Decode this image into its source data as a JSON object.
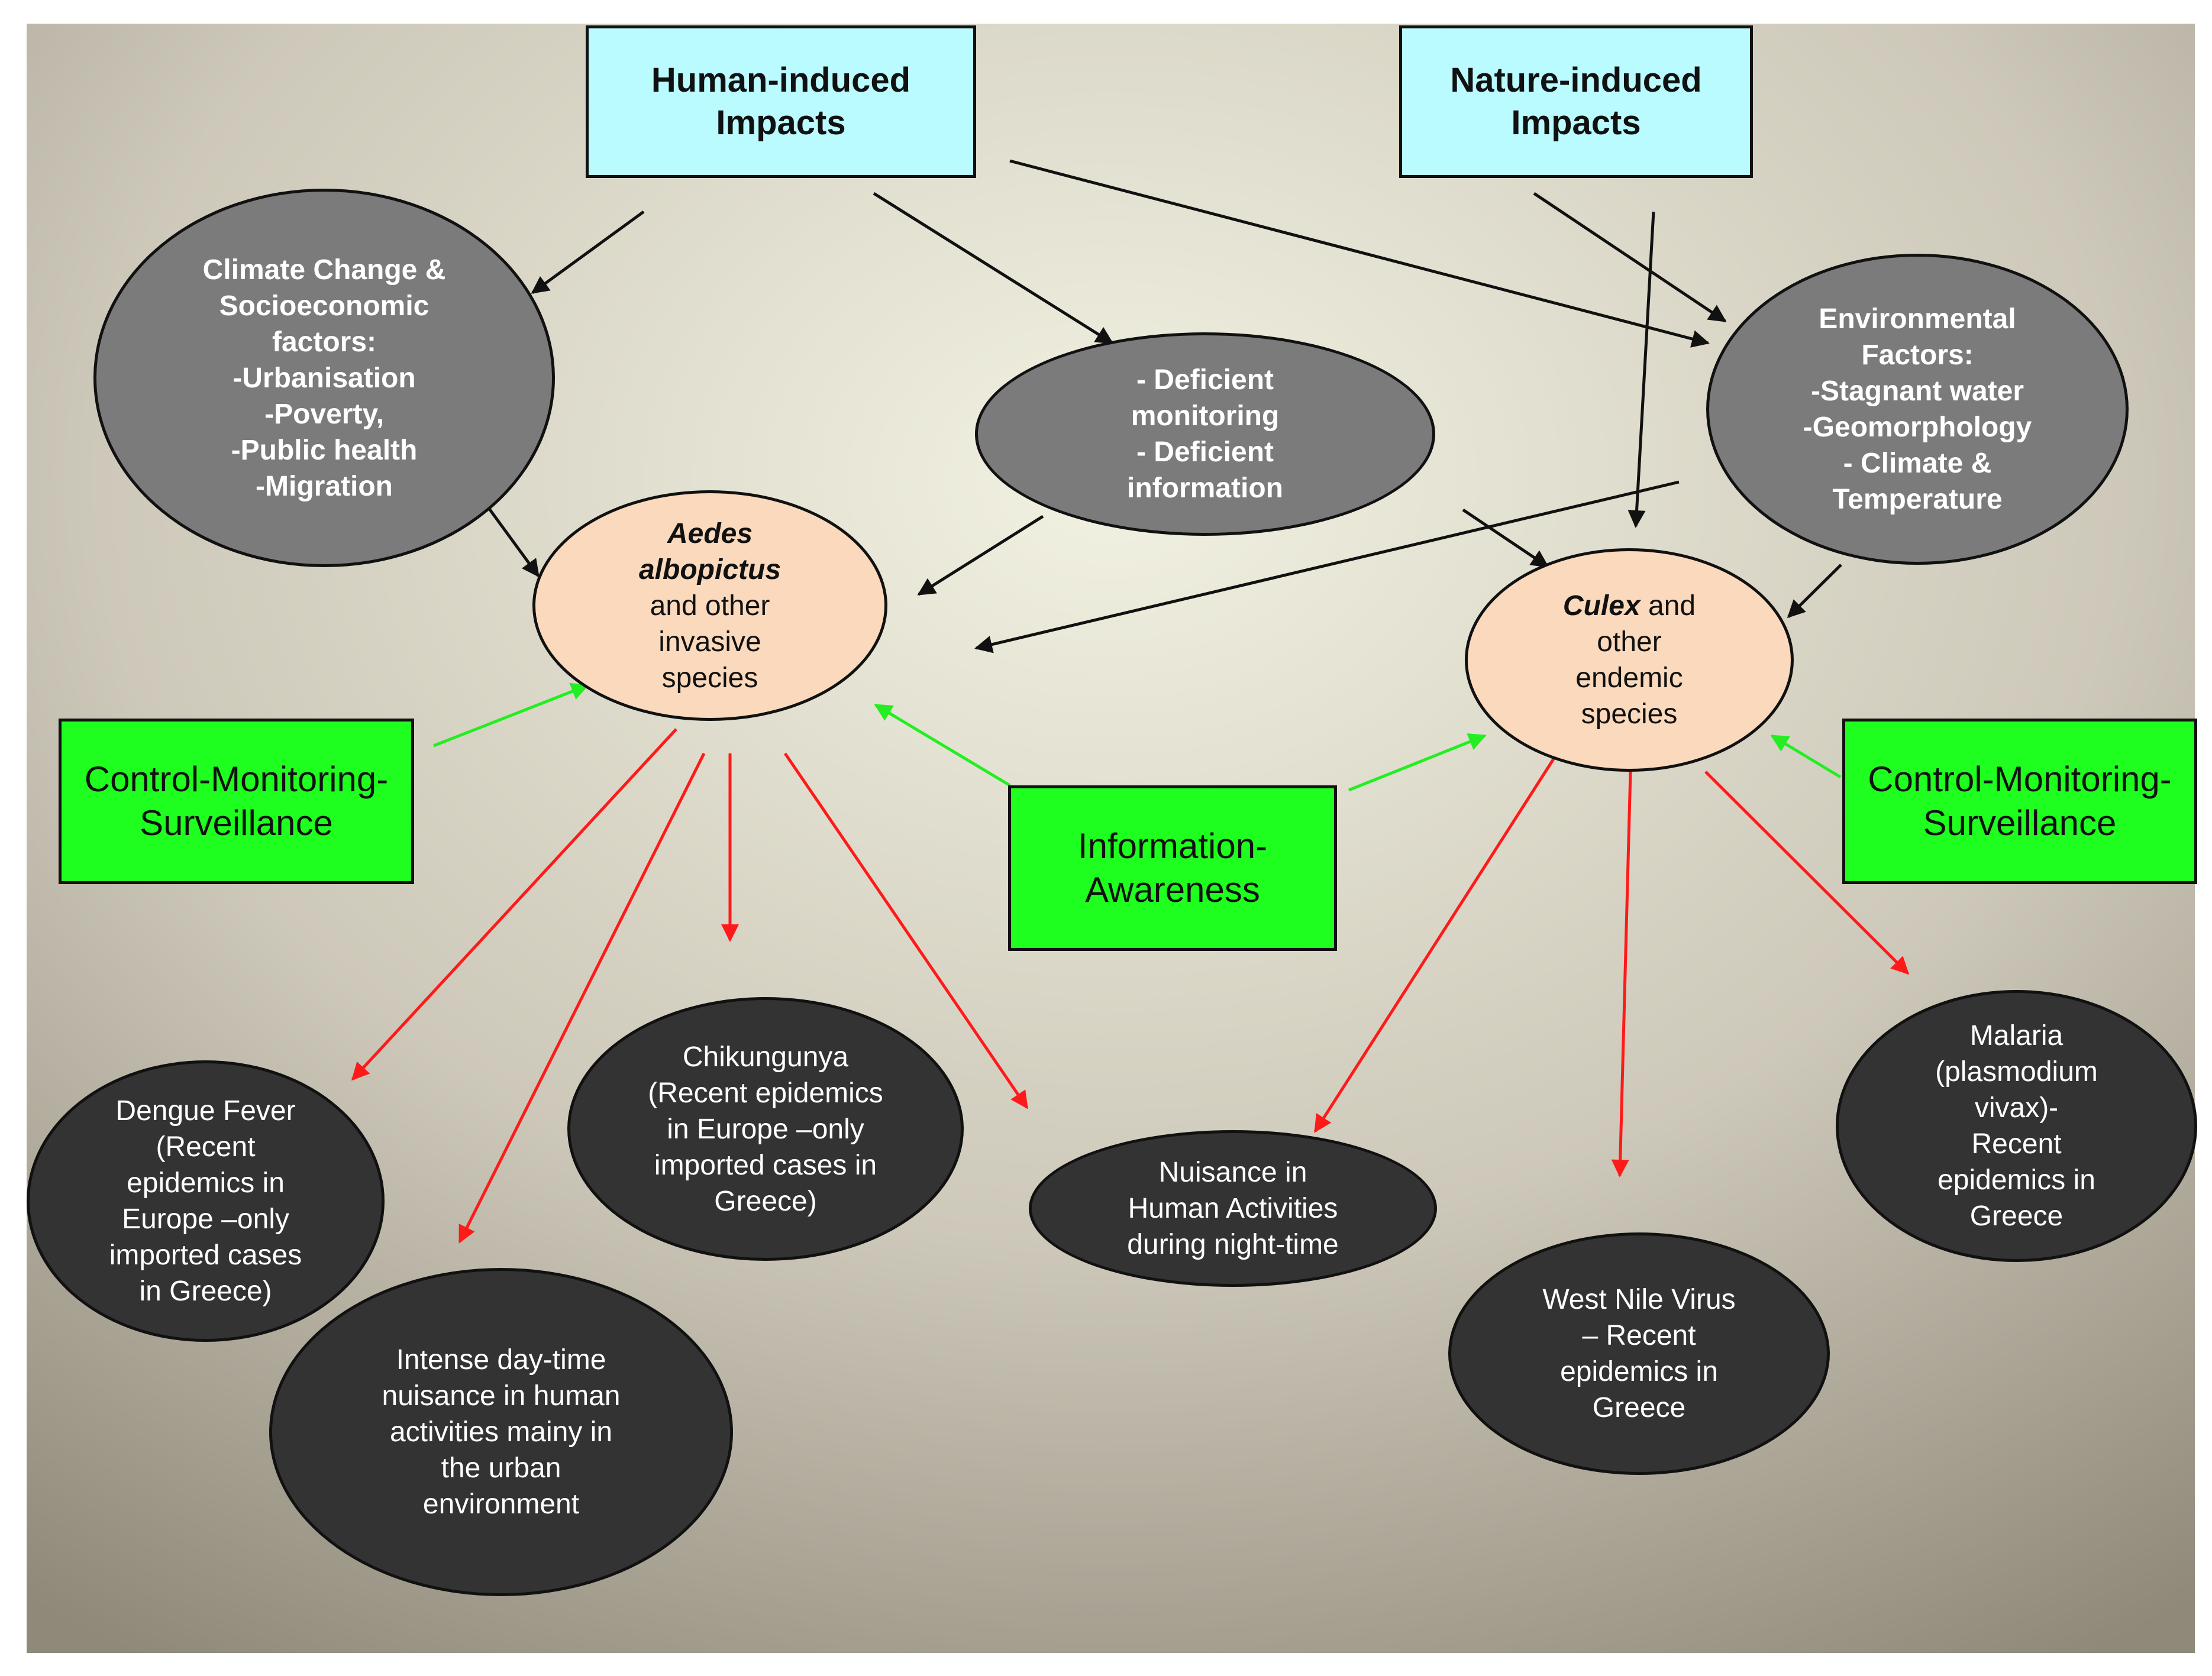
{
  "human_box": {
    "line1": "Human-induced",
    "line2": "Impacts"
  },
  "nature_box": {
    "line1": "Nature-induced",
    "line2": "Impacts"
  },
  "climate_node": {
    "lines": [
      "Climate Change &",
      "Socioeconomic",
      "factors:",
      "-Urbanisation",
      "-Poverty,",
      "-Public health",
      "-Migration"
    ]
  },
  "deficient_node": {
    "lines": [
      "- Deficient",
      "monitoring",
      "- Deficient",
      "information"
    ]
  },
  "environment_node": {
    "lines": [
      "Environmental",
      "Factors:",
      "-Stagnant water",
      "-Geomorphology",
      "- Climate &",
      "Temperature"
    ]
  },
  "aedes_node": {
    "name1": "Aedes",
    "name2": "albopictus",
    "rest": [
      "and other",
      "invasive",
      "species"
    ]
  },
  "culex_node": {
    "name": "Culex",
    "rest1": " and",
    "rest": [
      "other",
      "endemic",
      "species"
    ]
  },
  "control_left": {
    "line1": "Control-Monitoring-",
    "line2": "Surveillance"
  },
  "control_right": {
    "line1": "Control-Monitoring-",
    "line2": "Surveillance"
  },
  "info_box": {
    "line1": "Information-",
    "line2": "Awareness"
  },
  "dengue_node": {
    "lines": [
      "Dengue Fever",
      "(Recent",
      "epidemics in",
      "Europe –only",
      "imported cases",
      "in Greece)"
    ]
  },
  "dayntime_node": {
    "lines": [
      "Intense day-time",
      "nuisance in human",
      "activities mainy in",
      "the urban",
      "environment"
    ]
  },
  "chik_node": {
    "lines": [
      "Chikungunya",
      "(Recent epidemics",
      "in Europe –only",
      "imported cases in",
      "Greece)"
    ]
  },
  "night_node": {
    "lines": [
      "Nuisance in",
      "Human Activities",
      "during night-time"
    ]
  },
  "westnile_node": {
    "lines": [
      "West Nile Virus",
      "– Recent",
      "epidemics in",
      "Greece"
    ]
  },
  "malaria_node": {
    "lines": [
      "Malaria",
      "(plasmodium",
      "vivax)-",
      "Recent",
      "epidemics in",
      "Greece"
    ]
  },
  "colors": {
    "arrow_black": "#111111",
    "arrow_red": "#ff1a1a",
    "arrow_green": "#22ee22",
    "cyan_fill": "#b9fbff",
    "green_fill": "#1fff1f",
    "grey_fill": "#7b7b7b",
    "peach_fill": "#fbd9bd",
    "dark_fill": "#333333"
  }
}
